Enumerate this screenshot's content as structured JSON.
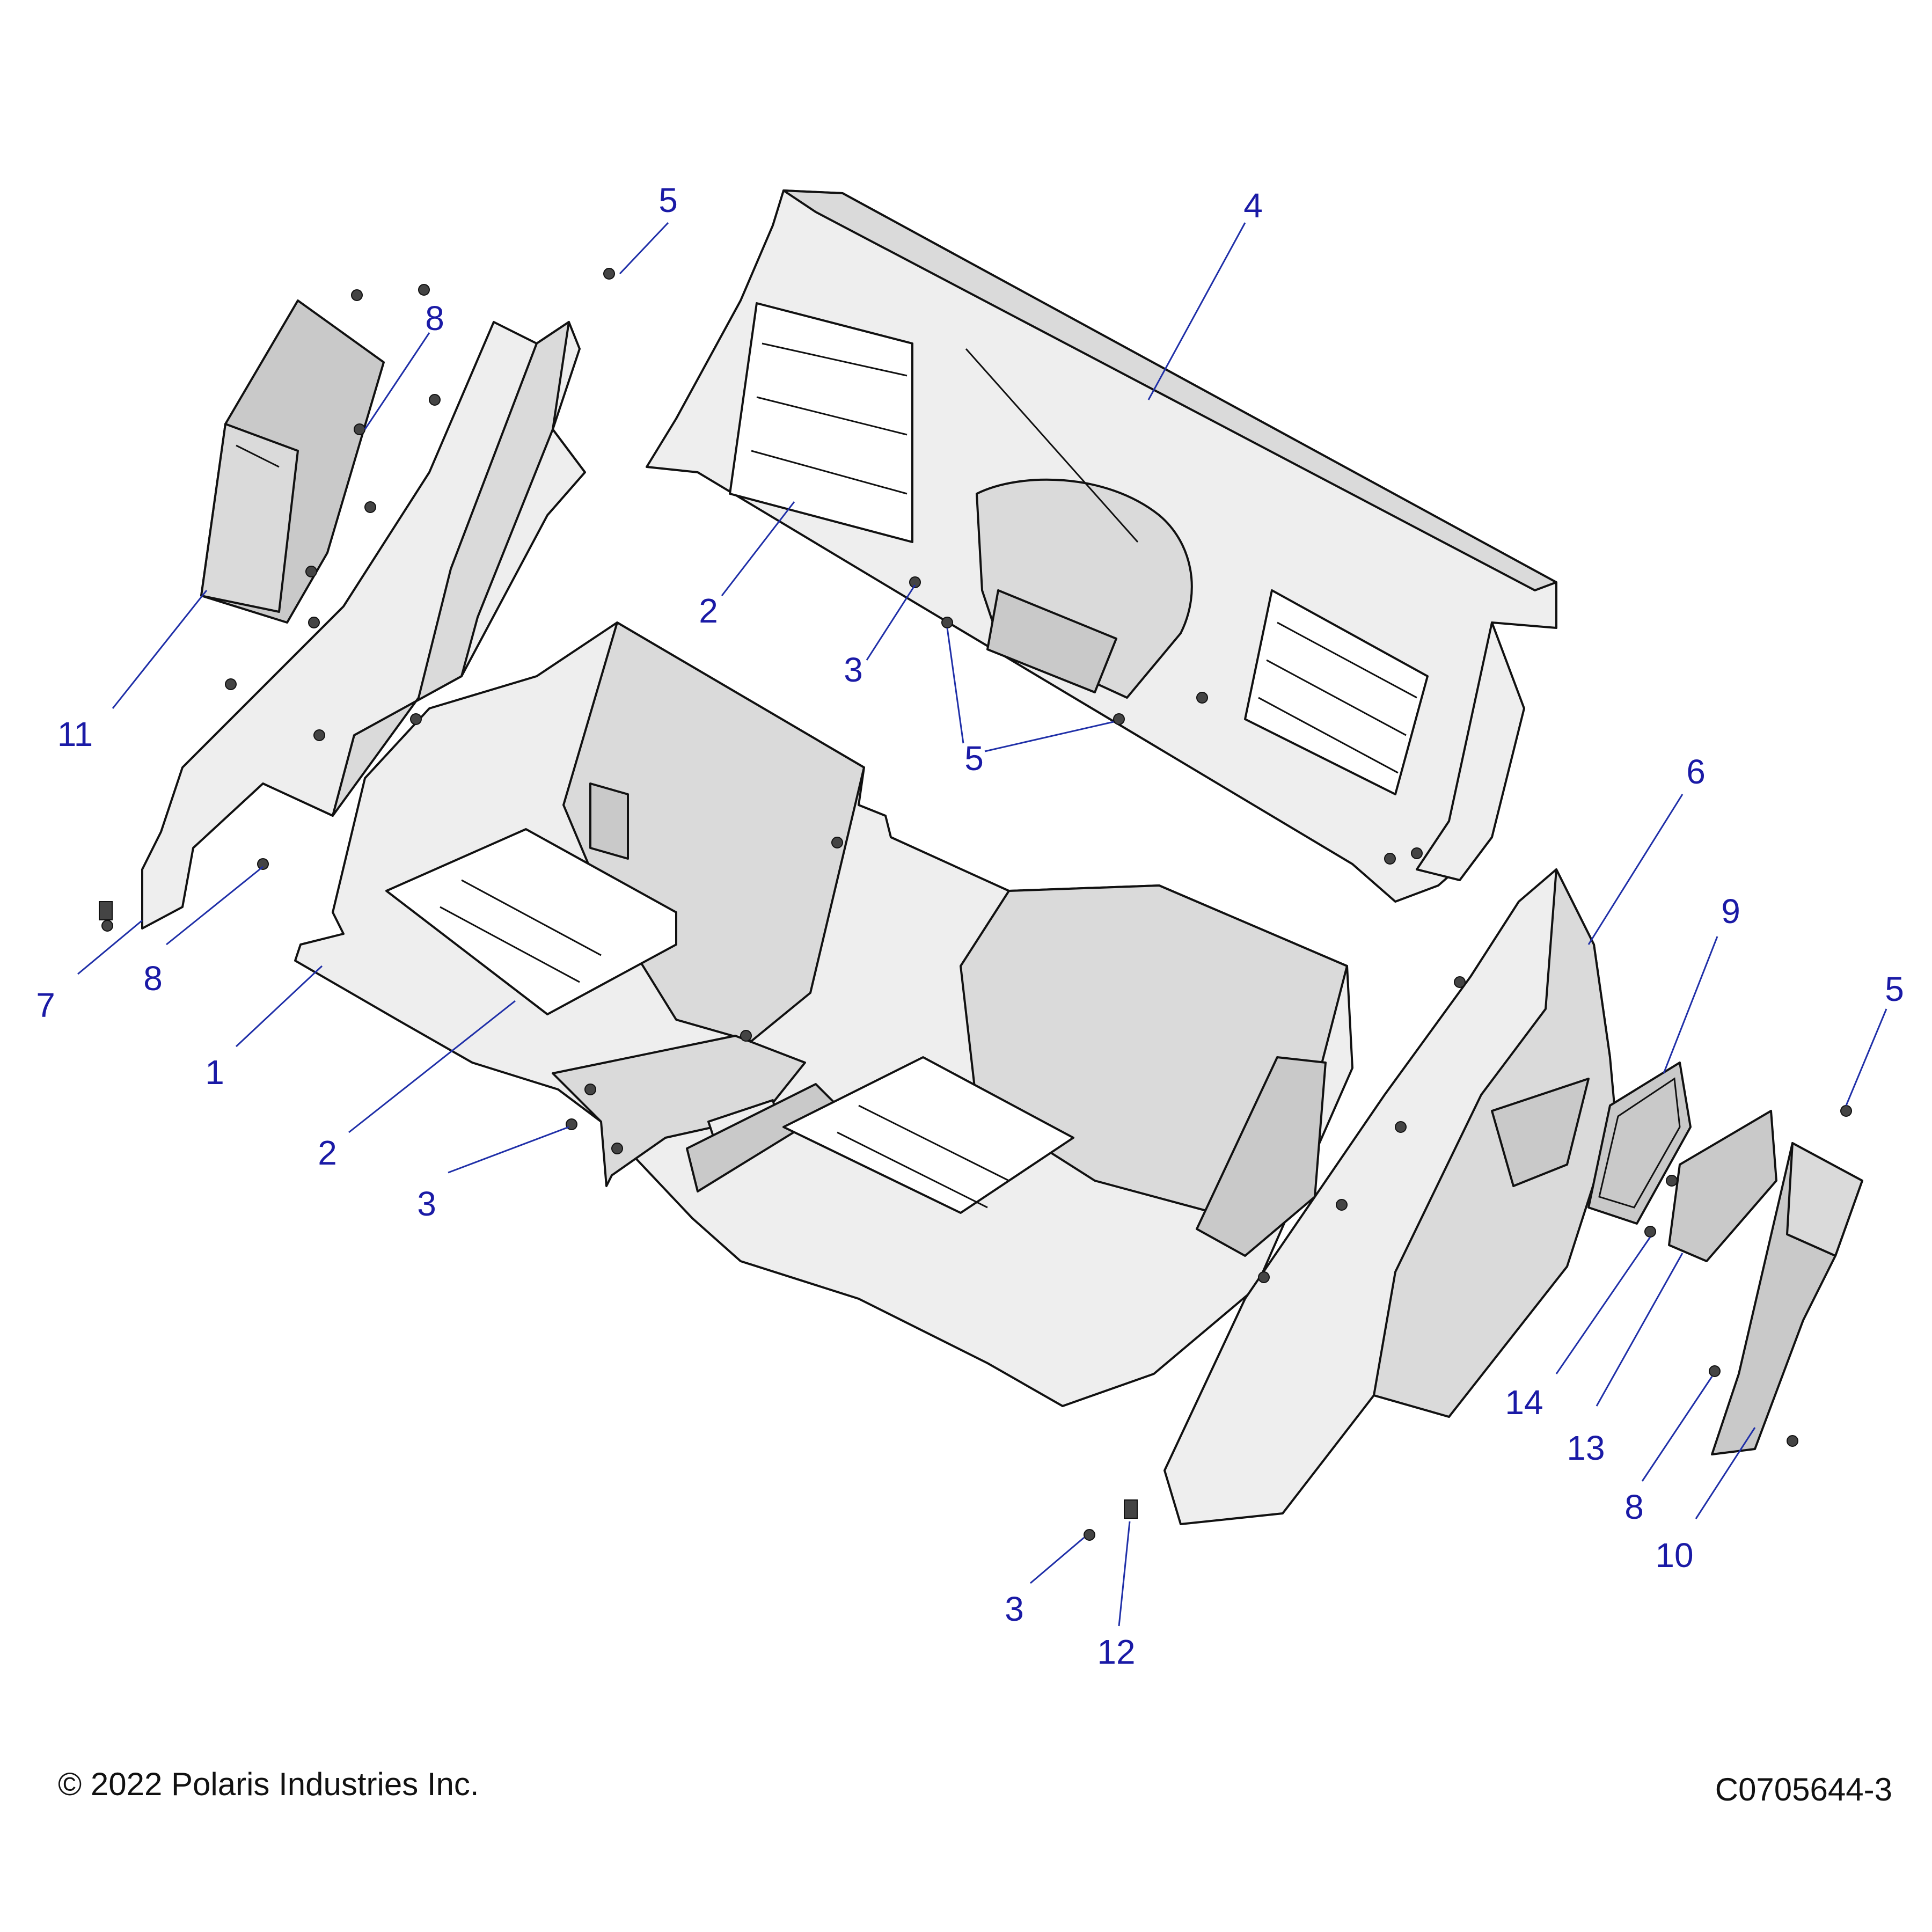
{
  "diagram": {
    "callouts": [
      {
        "id": "c1",
        "label": "1"
      },
      {
        "id": "c2a",
        "label": "2"
      },
      {
        "id": "c2b",
        "label": "2"
      },
      {
        "id": "c3a",
        "label": "3"
      },
      {
        "id": "c3b",
        "label": "3"
      },
      {
        "id": "c3c",
        "label": "3"
      },
      {
        "id": "c4",
        "label": "4"
      },
      {
        "id": "c5a",
        "label": "5"
      },
      {
        "id": "c5b",
        "label": "5"
      },
      {
        "id": "c5c",
        "label": "5"
      },
      {
        "id": "c6",
        "label": "6"
      },
      {
        "id": "c7",
        "label": "7"
      },
      {
        "id": "c8a",
        "label": "8"
      },
      {
        "id": "c8b",
        "label": "8"
      },
      {
        "id": "c8c",
        "label": "8"
      },
      {
        "id": "c9",
        "label": "9"
      },
      {
        "id": "c10",
        "label": "10"
      },
      {
        "id": "c11",
        "label": "11"
      },
      {
        "id": "c12",
        "label": "12"
      },
      {
        "id": "c13",
        "label": "13"
      },
      {
        "id": "c14",
        "label": "14"
      }
    ]
  },
  "footer": {
    "copyright": "© 2022 Polaris Industries Inc.",
    "drawing_id": "C0705644-3"
  }
}
